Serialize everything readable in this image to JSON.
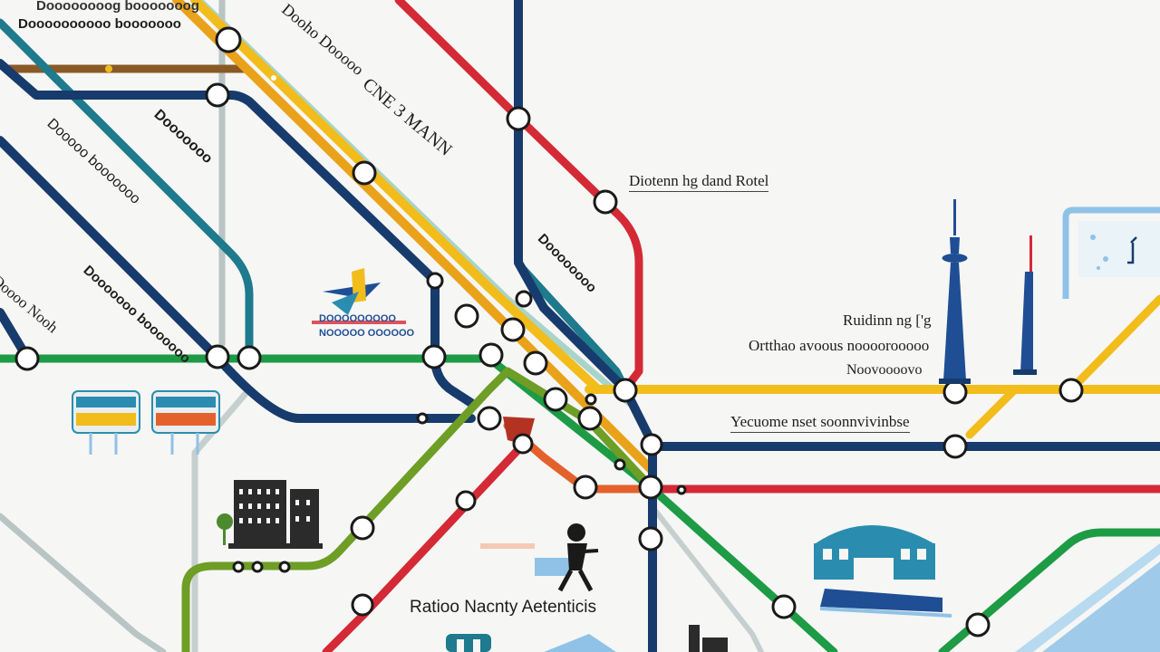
{
  "colors": {
    "background": "#f6f6f5",
    "red": "#d42a36",
    "navy": "#173b6c",
    "yellow": "#f2bc1b",
    "orange_yellow": "#e9a21a",
    "green": "#1e9b45",
    "olive": "#6e9e26",
    "teal": "#1e7a8c",
    "mint": "#a9d4c9",
    "brown": "#8a5a26",
    "orange": "#e5612b",
    "light_blue": "#8fc2e6",
    "station_fill": "#ffffff",
    "station_stroke": "#1a1a1a"
  },
  "labels": {
    "top_left_1": "Doooooooog booooooog",
    "top_left_2": "Doooooooooo booooooo",
    "upper_diag_1": "Dooho Dooooo",
    "upper_diag_2": "CNE 3 MANN",
    "left_diag_1": "Dooooooo",
    "left_diag_2": "Dooooo booooooo",
    "left_diag_3": "Dooooooo booooooo",
    "left_edge": "Doooo Nooh",
    "center_diag": "Doooooooo",
    "right_title": "Diotenn hg dand Rotel",
    "right_block_1": "Ruidinn ng ['g",
    "right_block_2": "Ortthao avoous noooorooooo",
    "right_block_3": "Noovoooovo",
    "right_mid": "Yecuome nset soonnvivinbse",
    "bottom_caption": "Ratioo Nacnty Aetenticis",
    "logo_text_1": "DOOOOOOOOO",
    "logo_text_2": "NOOOOO OOOOOO"
  },
  "icons": {
    "tower": "tv-tower-icon",
    "spire": "spire-icon",
    "bridge_1": "bridge-icon",
    "bridge_2": "bridge-icon",
    "buildings": "city-buildings-icon",
    "dome": "domed-building-icon",
    "figure": "runner-figure-icon",
    "plane_logo": "airplane-logo-icon",
    "panel": "info-panel-icon"
  }
}
